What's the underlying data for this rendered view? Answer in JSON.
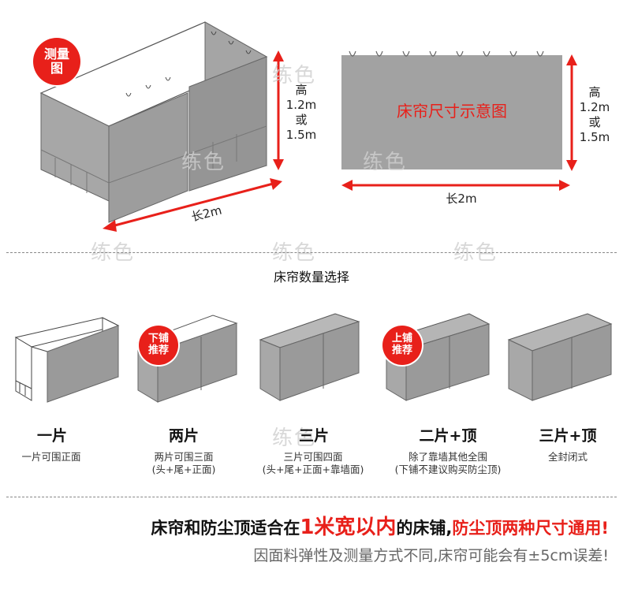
{
  "top": {
    "measure_badge": "测量\n图",
    "height_label_left": "高\n1.2m\n或\n1.5m",
    "length_label_left": "长2m",
    "diagram_title": "床帘尺寸示意图",
    "height_label_right": "高\n1.2m\n或\n1.5m",
    "length_label_right": "长2m"
  },
  "section_title": "床帘数量选择",
  "options": [
    {
      "title": "一片",
      "desc": "一片可围正面",
      "badge": ""
    },
    {
      "title": "两片",
      "desc": "两片可围三面\n(头+尾+正面)",
      "badge": "下铺\n推荐"
    },
    {
      "title": "三片",
      "desc": "三片可围四面\n(头+尾+正面+靠墙面)",
      "badge": ""
    },
    {
      "title": "二片+顶",
      "desc": "除了靠墙其他全围\n(下铺不建议购买防尘顶)",
      "badge": "上铺\n推荐"
    },
    {
      "title": "三片+顶",
      "desc": "全封闭式",
      "badge": ""
    }
  ],
  "footer": {
    "line1_a": "床帘和防尘顶适合在",
    "line1_b": "1米宽以内",
    "line1_c": "的床铺,",
    "line1_d": "防尘顶两种尺寸通用!",
    "line2": "因面料弹性及测量方式不同,床帘可能会有±5cm误差!"
  },
  "watermark": "练色",
  "colors": {
    "accent": "#e8201a",
    "curtain": "#9a9a9a",
    "curtain_dark": "#8a8a8a",
    "frame": "#555555"
  }
}
